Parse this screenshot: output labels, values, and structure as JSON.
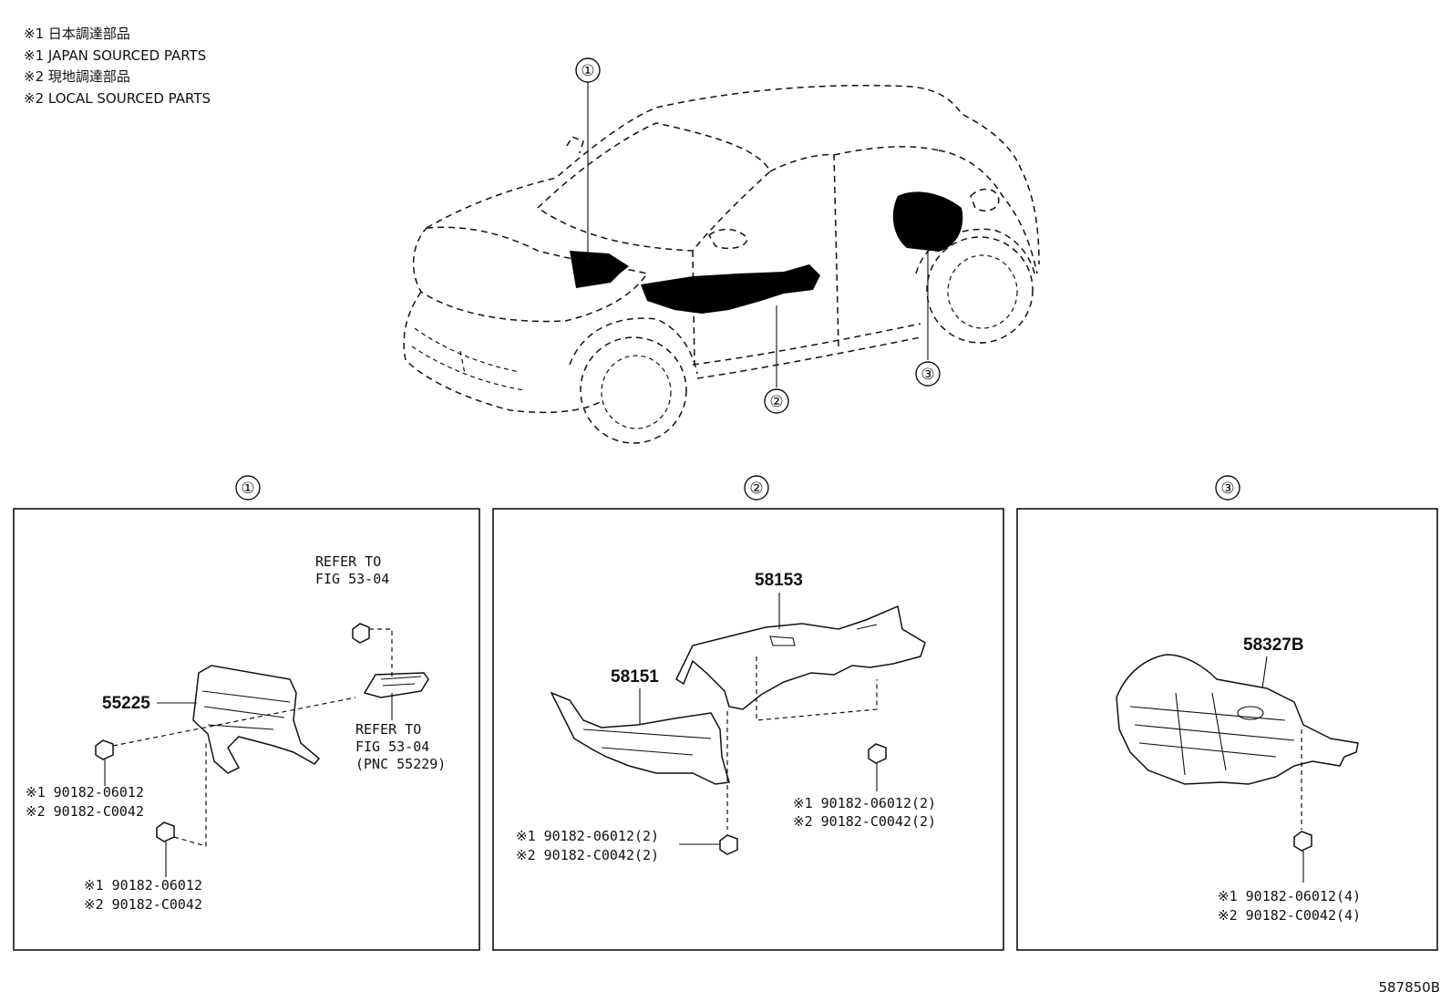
{
  "legend": [
    {
      "mark": "※1",
      "text": "日本調達部品"
    },
    {
      "mark": "※1",
      "text": "JAPAN SOURCED PARTS"
    },
    {
      "mark": "※2",
      "text": "現地調達部品"
    },
    {
      "mark": "※2",
      "text": "LOCAL SOURCED PARTS"
    }
  ],
  "vehicle_callouts": [
    "①",
    "②",
    "③"
  ],
  "panels": [
    {
      "marker": "①",
      "main_part": "55225",
      "refer_top": [
        "REFER TO",
        "FIG 53-04"
      ],
      "refer_bottom": [
        "REFER TO",
        "FIG 53-04",
        "(PNC 55229)"
      ],
      "fastener_left": [
        {
          "mark": "※1",
          "part": "90182-06012"
        },
        {
          "mark": "※2",
          "part": "90182-C0042"
        }
      ],
      "fastener_bottom": [
        {
          "mark": "※1",
          "part": "90182-06012"
        },
        {
          "mark": "※2",
          "part": "90182-C0042"
        }
      ]
    },
    {
      "marker": "②",
      "part_upper": "58153",
      "part_lower": "58151",
      "fastener_right": [
        {
          "mark": "※1",
          "part": "90182-06012(2)"
        },
        {
          "mark": "※2",
          "part": "90182-C0042(2)"
        }
      ],
      "fastener_left": [
        {
          "mark": "※1",
          "part": "90182-06012(2)"
        },
        {
          "mark": "※2",
          "part": "90182-C0042(2)"
        }
      ]
    },
    {
      "marker": "③",
      "main_part": "58327B",
      "fastener": [
        {
          "mark": "※1",
          "part": "90182-06012(4)"
        },
        {
          "mark": "※2",
          "part": "90182-C0042(4)"
        }
      ]
    }
  ],
  "figure_id": "587850B"
}
